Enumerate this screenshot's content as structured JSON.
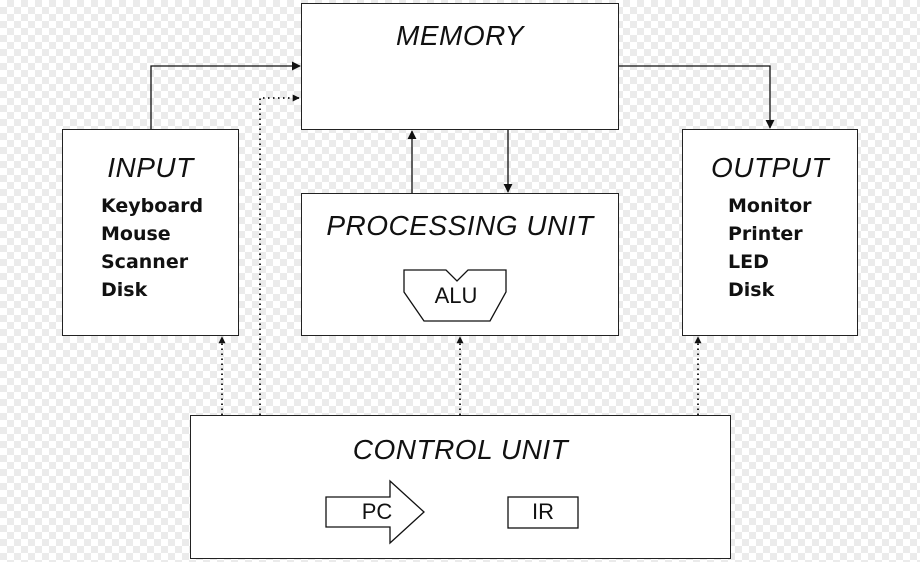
{
  "memory": {
    "title": "MEMORY"
  },
  "input": {
    "title": "INPUT",
    "items": [
      "Keyboard",
      "Mouse",
      "Scanner",
      "Disk"
    ]
  },
  "processing": {
    "title": "PROCESSING UNIT",
    "alu_label": "ALU"
  },
  "output": {
    "title": "OUTPUT",
    "items": [
      "Monitor",
      "Printer",
      "LED",
      "Disk"
    ]
  },
  "control": {
    "title": "CONTROL UNIT",
    "pc_label": "PC",
    "ir_label": "IR"
  }
}
